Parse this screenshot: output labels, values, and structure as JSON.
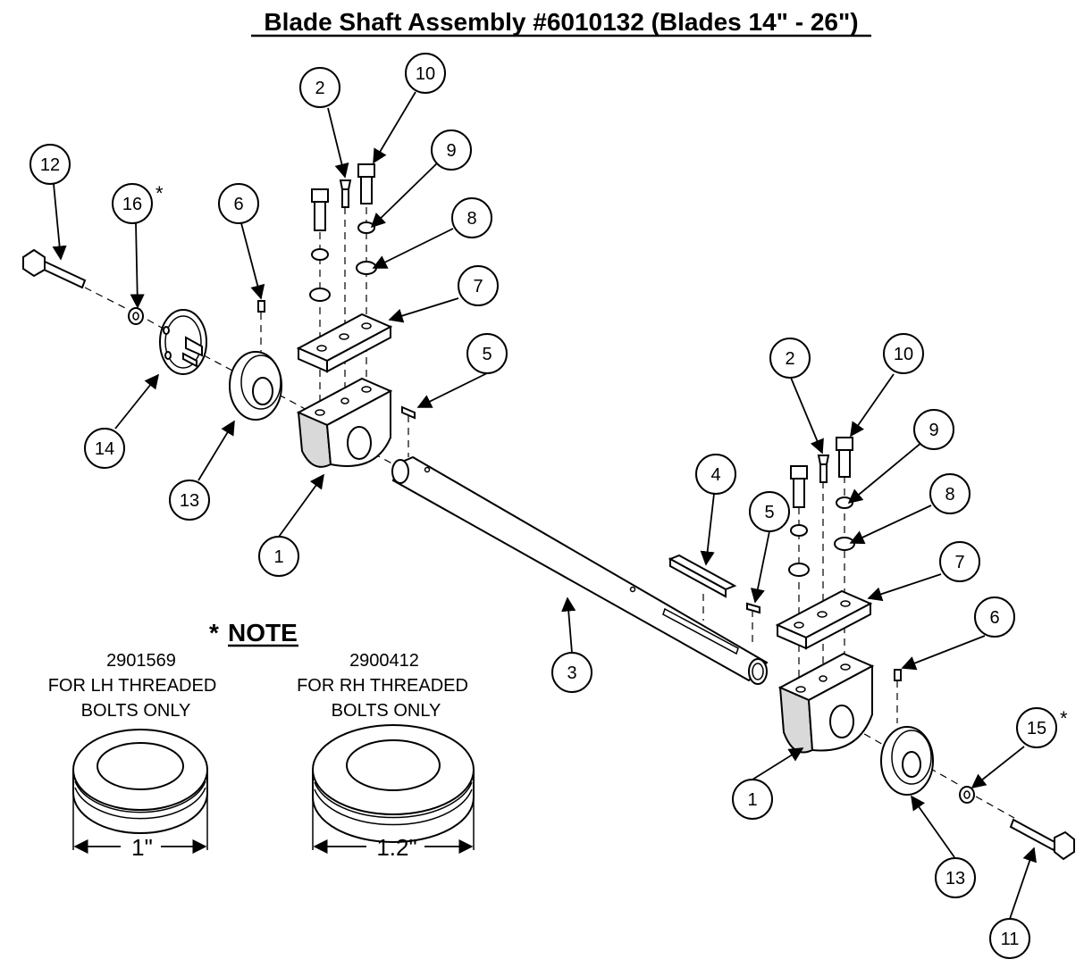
{
  "title": "Blade Shaft Assembly #6010132 (Blades 14\" - 26\")",
  "callouts": [
    {
      "label": "1"
    },
    {
      "label": "1"
    },
    {
      "label": "2"
    },
    {
      "label": "2"
    },
    {
      "label": "3"
    },
    {
      "label": "4"
    },
    {
      "label": "5"
    },
    {
      "label": "5"
    },
    {
      "label": "6"
    },
    {
      "label": "6"
    },
    {
      "label": "7"
    },
    {
      "label": "7"
    },
    {
      "label": "8"
    },
    {
      "label": "8"
    },
    {
      "label": "9"
    },
    {
      "label": "9"
    },
    {
      "label": "10"
    },
    {
      "label": "10"
    },
    {
      "label": "11"
    },
    {
      "label": "12"
    },
    {
      "label": "13"
    },
    {
      "label": "13"
    },
    {
      "label": "14"
    },
    {
      "label": "15"
    },
    {
      "label": "16"
    }
  ],
  "asterisk": "*",
  "note": {
    "star": "*",
    "heading": "NOTE",
    "items": [
      {
        "part_number": "2901569",
        "line1": "FOR LH THREADED",
        "line2": "BOLTS ONLY",
        "dimension": "1\""
      },
      {
        "part_number": "2900412",
        "line1": "FOR RH THREADED",
        "line2": "BOLTS ONLY",
        "dimension": "1.2\""
      }
    ]
  }
}
